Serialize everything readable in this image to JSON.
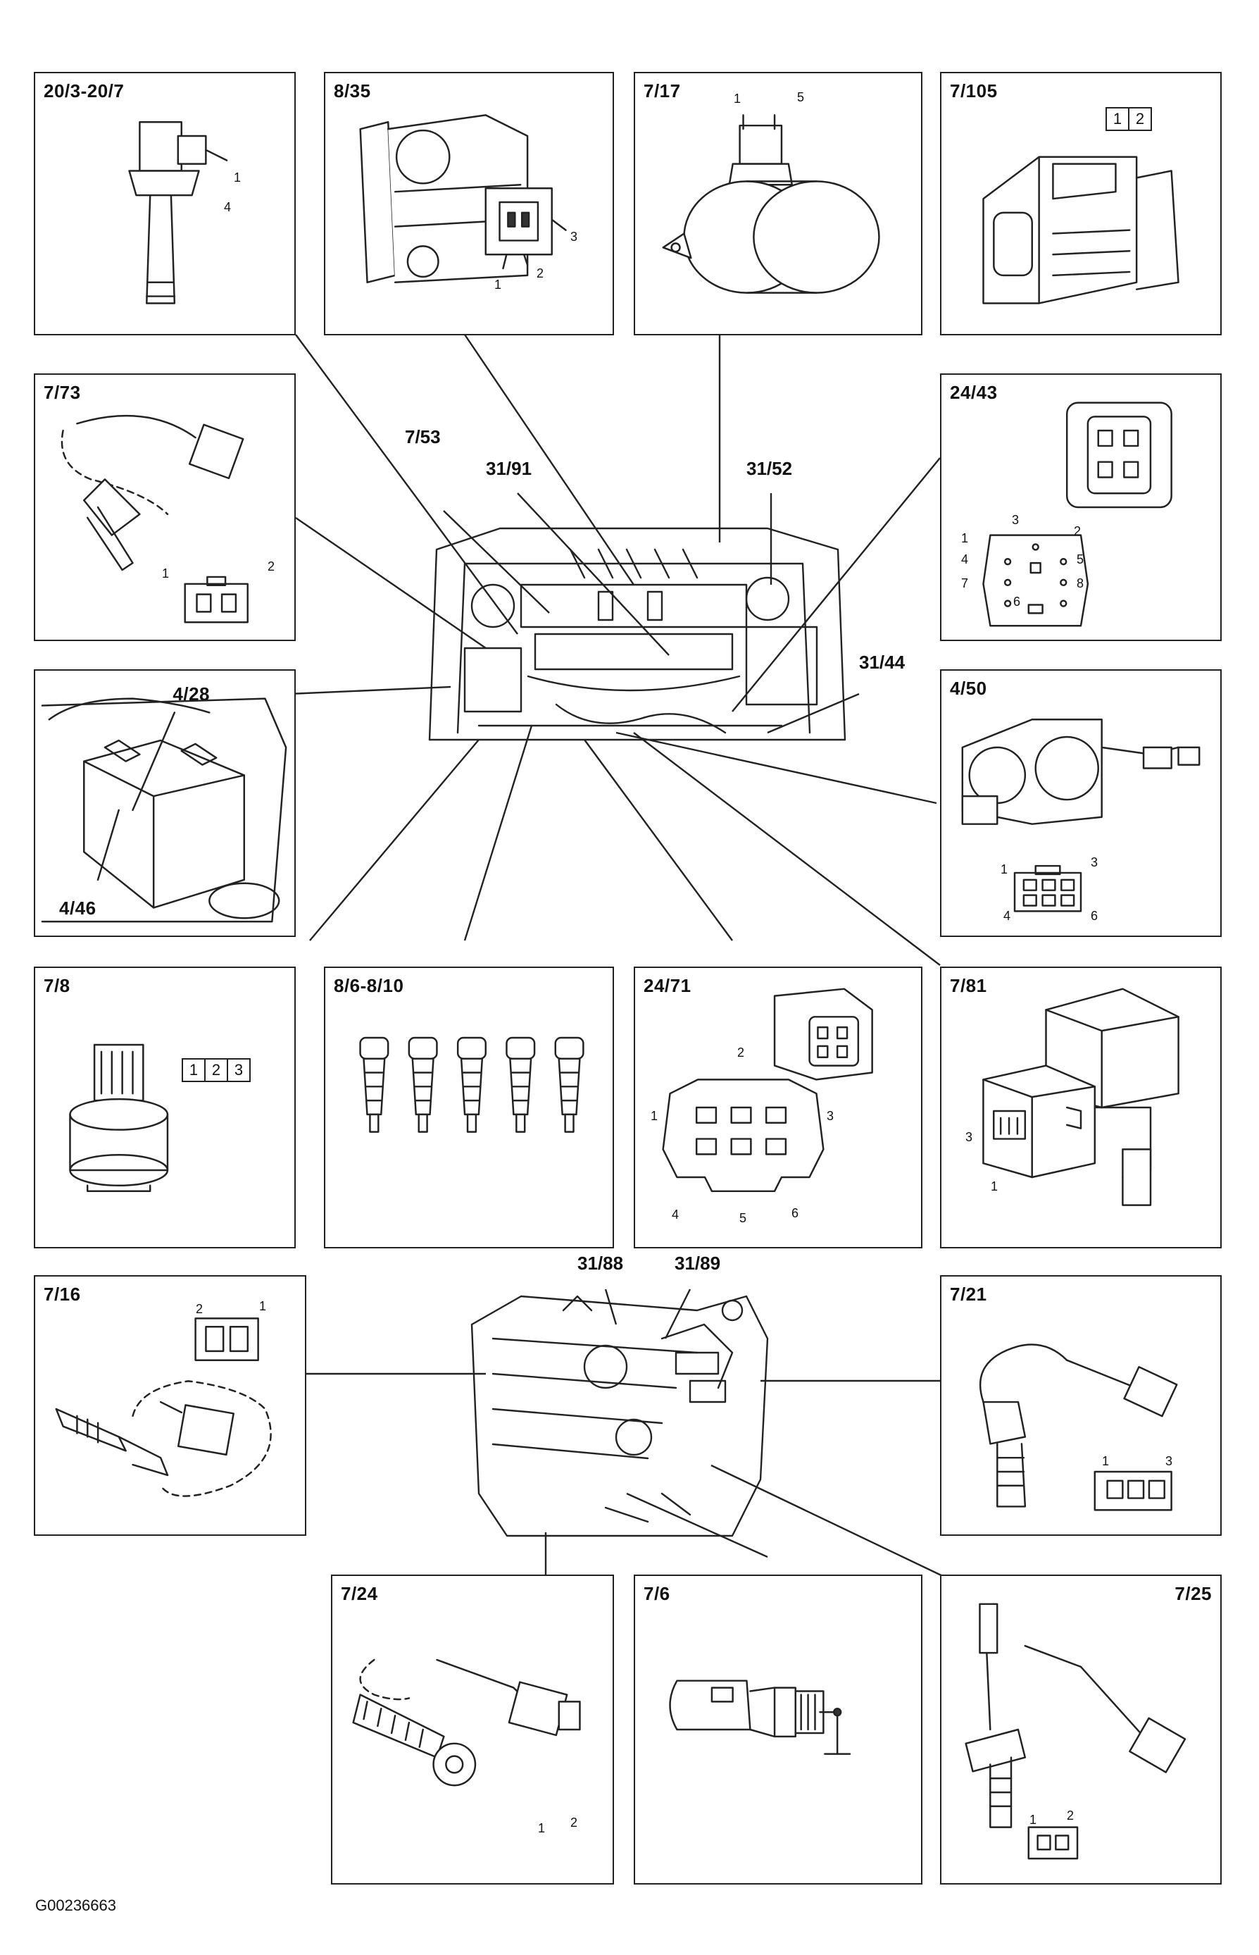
{
  "panels": {
    "p20_3": {
      "label": "20/3-20/7",
      "pins": [
        "1",
        "4"
      ]
    },
    "p8_35": {
      "label": "8/35",
      "pins": [
        "3",
        "1",
        "2"
      ]
    },
    "p7_17": {
      "label": "7/17",
      "pins": [
        "1",
        "5"
      ]
    },
    "p7_105": {
      "label": "7/105",
      "pinbox": [
        "1",
        "2"
      ]
    },
    "p7_73": {
      "label": "7/73",
      "pins": [
        "1",
        "2"
      ]
    },
    "p24_43": {
      "label": "24/43",
      "pins": [
        "3",
        "1",
        "2",
        "4",
        "5",
        "7",
        "8",
        "6"
      ]
    },
    "p4_28": {
      "label": "4/28",
      "label2": "4/46"
    },
    "p4_50": {
      "label": "4/50",
      "pins": [
        "1",
        "3",
        "4",
        "6"
      ]
    },
    "p7_8": {
      "label": "7/8",
      "pinbox": [
        "1",
        "2",
        "3"
      ]
    },
    "p8_6": {
      "label": "8/6-8/10"
    },
    "p24_71": {
      "label": "24/71",
      "pins": [
        "2",
        "1",
        "3",
        "4",
        "5",
        "6"
      ]
    },
    "p7_81": {
      "label": "7/81",
      "pins": [
        "3",
        "1"
      ]
    },
    "p7_16": {
      "label": "7/16",
      "pins": [
        "2",
        "1"
      ]
    },
    "p7_21": {
      "label": "7/21",
      "pins": [
        "1",
        "3"
      ]
    },
    "p7_24": {
      "label": "7/24",
      "pins": [
        "1",
        "2"
      ]
    },
    "p7_6": {
      "label": "7/6"
    },
    "p7_25": {
      "label": "7/25",
      "pins": [
        "1",
        "2"
      ]
    }
  },
  "center_labels": {
    "l7_53": "7/53",
    "l31_91": "31/91",
    "l31_52": "31/52",
    "l31_44": "31/44",
    "l31_88": "31/88",
    "l31_89": "31/89"
  },
  "footer": {
    "code": "G00236663"
  }
}
